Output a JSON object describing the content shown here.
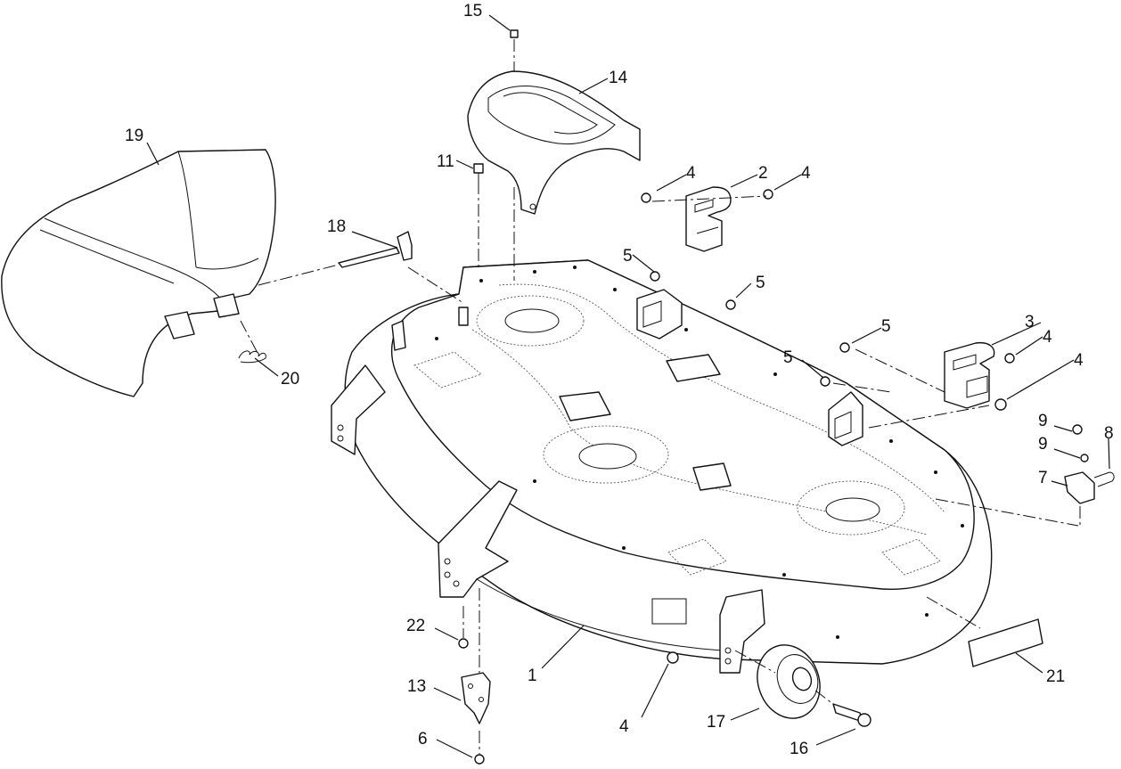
{
  "diagram": {
    "type": "exploded-parts-view",
    "callouts": [
      {
        "id": "c15",
        "label": "15"
      },
      {
        "id": "c14",
        "label": "14"
      },
      {
        "id": "c19",
        "label": "19"
      },
      {
        "id": "c11",
        "label": "11"
      },
      {
        "id": "c4a",
        "label": "4"
      },
      {
        "id": "c2",
        "label": "2"
      },
      {
        "id": "c4b",
        "label": "4"
      },
      {
        "id": "c18",
        "label": "18"
      },
      {
        "id": "c5a",
        "label": "5"
      },
      {
        "id": "c5b",
        "label": "5"
      },
      {
        "id": "c5c",
        "label": "5"
      },
      {
        "id": "c3",
        "label": "3"
      },
      {
        "id": "c5d",
        "label": "5"
      },
      {
        "id": "c4c",
        "label": "4"
      },
      {
        "id": "c4d",
        "label": "4"
      },
      {
        "id": "c20",
        "label": "20"
      },
      {
        "id": "c9a",
        "label": "9"
      },
      {
        "id": "c8",
        "label": "8"
      },
      {
        "id": "c9b",
        "label": "9"
      },
      {
        "id": "c7",
        "label": "7"
      },
      {
        "id": "c22",
        "label": "22"
      },
      {
        "id": "c1",
        "label": "1"
      },
      {
        "id": "c21",
        "label": "21"
      },
      {
        "id": "c13",
        "label": "13"
      },
      {
        "id": "c4e",
        "label": "4"
      },
      {
        "id": "c17",
        "label": "17"
      },
      {
        "id": "c6",
        "label": "6"
      },
      {
        "id": "c16",
        "label": "16"
      }
    ]
  }
}
